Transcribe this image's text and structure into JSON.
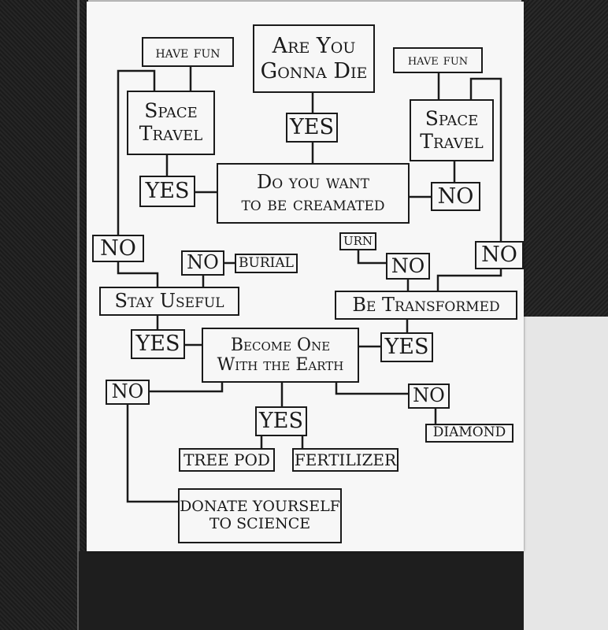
{
  "flowchart": {
    "nodes": {
      "gonna_die": "Are You\nGonna Die",
      "yes_top": "YES",
      "cremated": "Do you want\nto be creamated",
      "space_travel_left": "Space\nTravel",
      "space_travel_right": "Space\nTravel",
      "have_fun_left": "have fun",
      "have_fun_right": "have fun",
      "yes_left": "YES",
      "no_right": "NO",
      "no_left_outer": "NO",
      "no_right_outer": "NO",
      "urn": "URN",
      "no_urn": "NO",
      "no_burial": "NO",
      "burial": "BURIAL",
      "stay_useful": "Stay Useful",
      "be_transformed": "Be Transformed",
      "yes_stay": "YES",
      "yes_transform": "YES",
      "become_one": "Become One\nWith the Earth",
      "no_lower_left": "NO",
      "no_lower_right": "NO",
      "diamond": "DIAMOND",
      "yes_bottom": "YES",
      "tree_pod": "TREE POD",
      "fertilizer": "FERTILIZER",
      "donate": "DONATE YOURSELF\nTO SCIENCE"
    }
  }
}
